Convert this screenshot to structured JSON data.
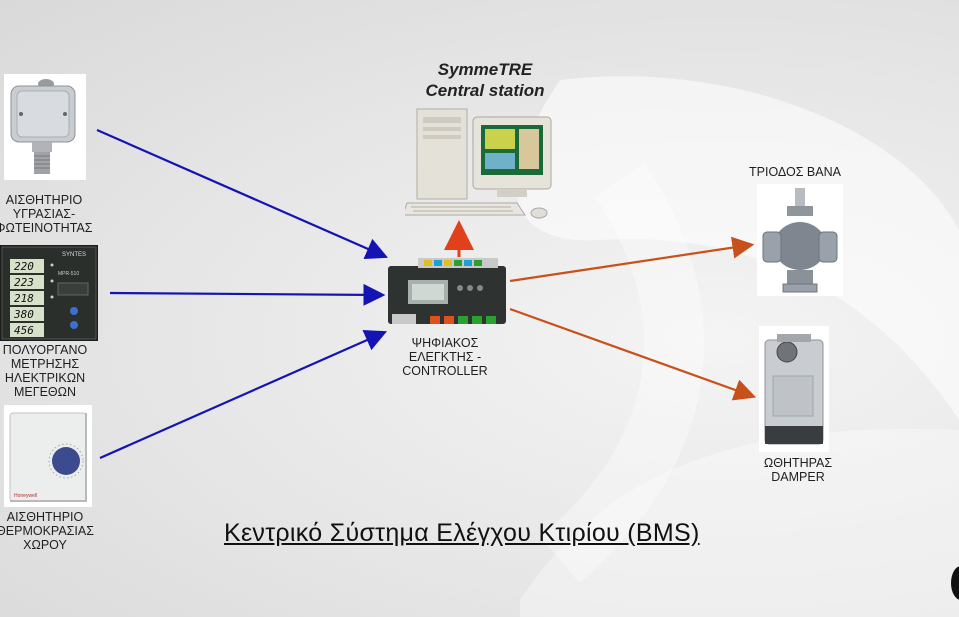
{
  "station": {
    "title_line1": "SymmeTRE",
    "title_line2": "Central station"
  },
  "nodes": {
    "humidity_sensor": "ΑΙΣΘΗΤΗΡΙΟ\nΥΓΡΑΣΙΑΣ-ΦΩΤΕΙΝΟΤΗΤΑΣ",
    "multimeter": "ΠΟΛΥΟΡΓΑΝΟ\nΜΕΤΡΗΣΗΣ\nΗΛΕΚΤΡΙΚΩΝ\nΜΕΓΕΘΩΝ",
    "temp_sensor": "ΑΙΣΘΗΤΗΡΙΟ\nΘΕΡΜΟΚΡΑΣΙΑΣ\nΧΩΡΟΥ",
    "controller": "ΨΗΦΙΑΚΟΣ\nΕΛΕΓΚΤΗΣ -\nCONTROLLER",
    "valve": "ΤΡΙΟΔΟΣ ΒΑΝΑ",
    "damper": "ΩΘΗΤΗΡΑΣ\nDAMPER"
  },
  "meter_display": {
    "brand": "SYNTES",
    "model": "MPR-510",
    "readings": [
      "220",
      "223",
      "218",
      "380",
      "456"
    ]
  },
  "thermostat_brand": "Honeywell",
  "main_title": "Κεντρικό Σύστημα Ελέγχου Κτιρίου (BMS)",
  "colors": {
    "input_arrow": "#1414b4",
    "output_arrow": "#c8501a",
    "station_arrow": "#e0401a",
    "text": "#1f1f1f"
  }
}
